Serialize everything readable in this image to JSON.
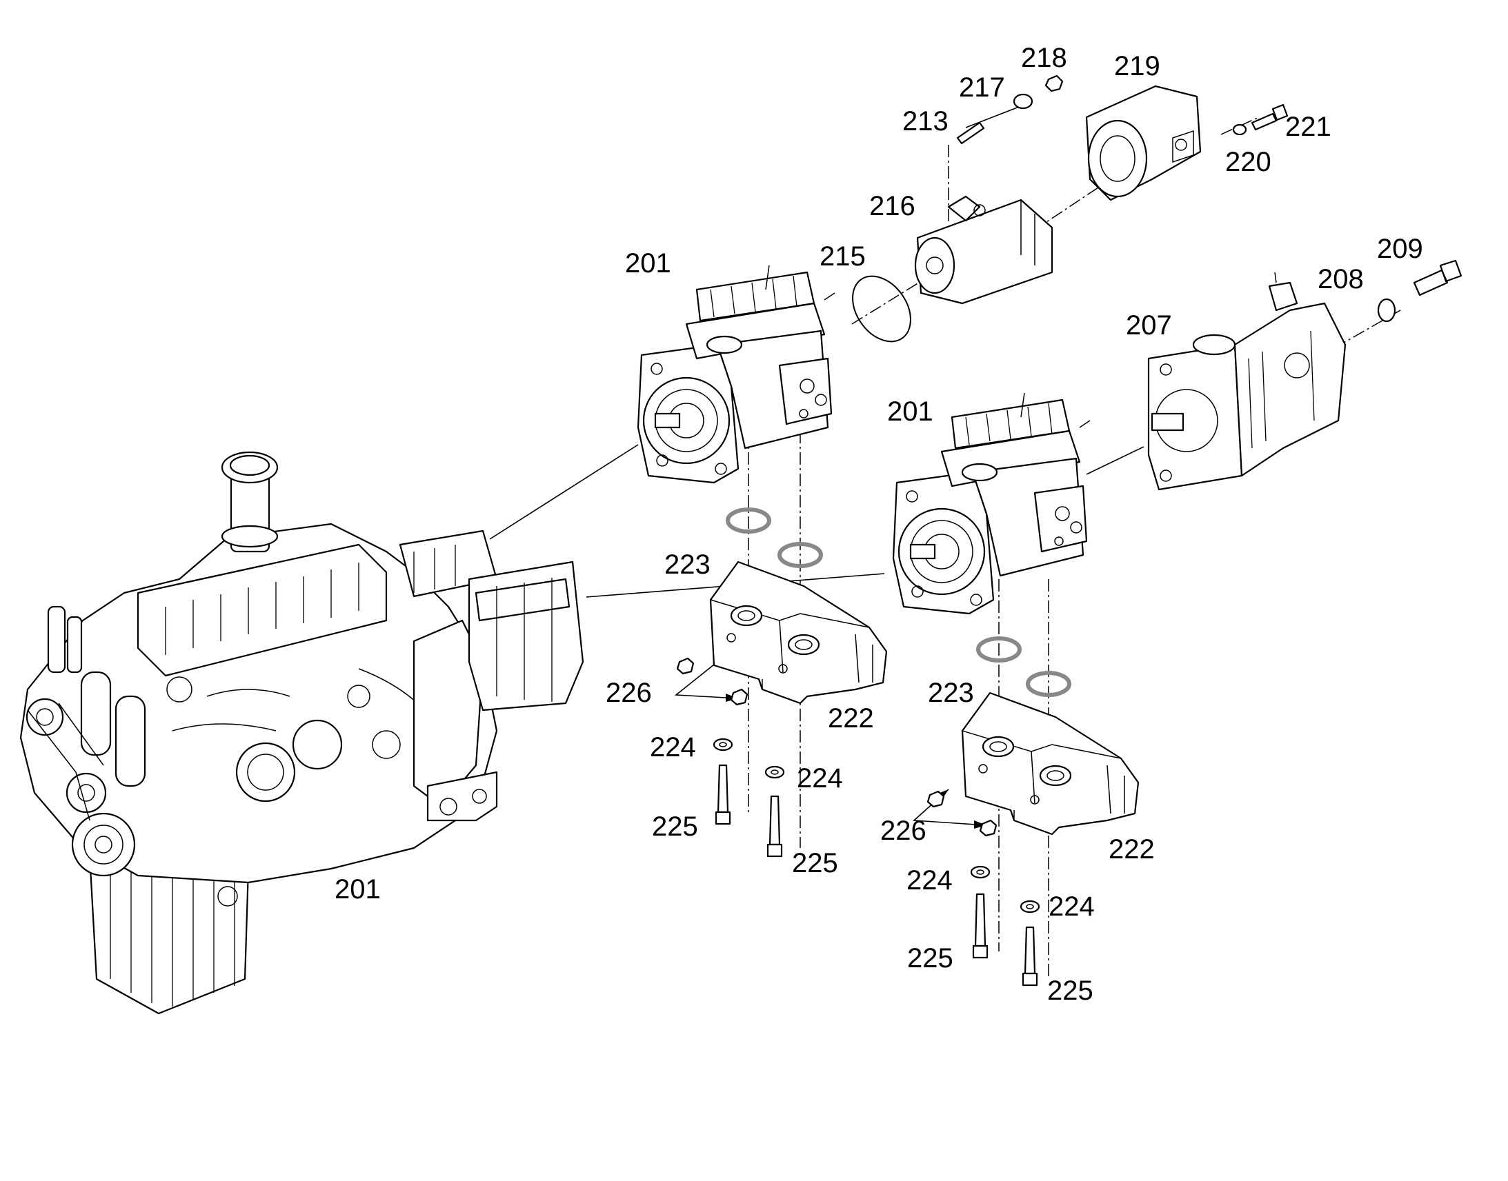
{
  "diagram": {
    "labels": {
      "l201_engine": "201",
      "l201_pump_upper": "201",
      "l201_pump_lower": "201",
      "l207": "207",
      "l208": "208",
      "l209": "209",
      "l213": "213",
      "l215": "215",
      "l216": "216",
      "l217": "217",
      "l218": "218",
      "l219": "219",
      "l220": "220",
      "l221": "221",
      "l222_left": "222",
      "l222_right": "222",
      "l223_left": "223",
      "l223_right": "223",
      "l224_a": "224",
      "l224_b": "224",
      "l224_c": "224",
      "l224_d": "224",
      "l225_a": "225",
      "l225_b": "225",
      "l225_c": "225",
      "l225_d": "225",
      "l226_left": "226",
      "l226_right": "226"
    }
  }
}
